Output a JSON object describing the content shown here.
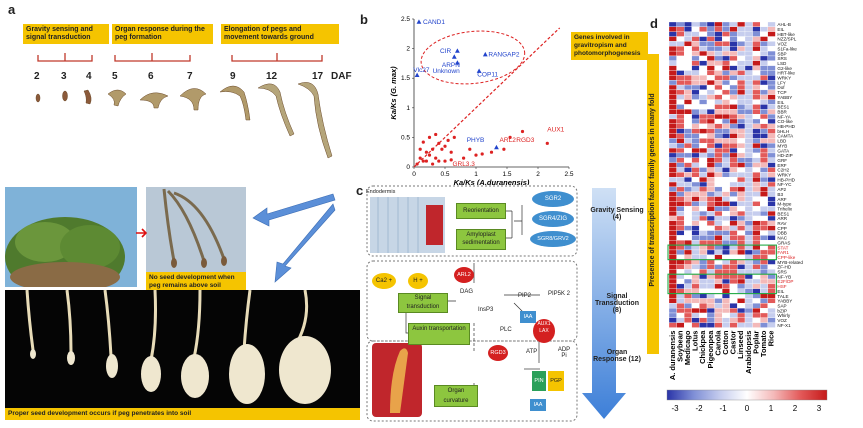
{
  "panel_labels": {
    "a": "a",
    "b": "b",
    "c": "c",
    "d": "d"
  },
  "panel_a": {
    "stage_boxes": [
      {
        "text": "Gravity sensing and signal transduction"
      },
      {
        "text": "Organ response during the peg formation"
      },
      {
        "text": "Elongation of pegs and movement towards ground"
      }
    ],
    "days": [
      "2",
      "3",
      "4",
      "5",
      "6",
      "7",
      "9",
      "12",
      "17"
    ],
    "daf_label": "DAF",
    "no_seed_caption": "No seed development when peg remains above soil",
    "seed_caption": "Proper seed development occurs if peg penetrates into soil"
  },
  "panel_b": {
    "legend_box": "Genes involved in gravitropism and photomorphogenesis",
    "gene_labels_blue": [
      "CAND1",
      "CIR",
      "RANGAP2",
      "ARPN",
      "Unknown",
      "COP11",
      "Vlc27",
      "PHYB"
    ],
    "gene_labels_red": [
      "ARL2",
      "RGD3",
      "AUX1",
      "GRL3.3"
    ]
  },
  "chart_data": {
    "type": "scatter",
    "title": "",
    "xlabel": "Ka/Ks (A.duranensis)",
    "ylabel": "Ka/Ks (G. max)",
    "xlim": [
      0,
      2.5
    ],
    "ylim": [
      0,
      2.5
    ],
    "xticks": [
      "0",
      "0.5",
      "1",
      "1.5",
      "2",
      "2.5"
    ],
    "yticks": [
      "0",
      "0.5",
      "1",
      "1.5",
      "2",
      "2.5"
    ],
    "series": [
      {
        "color": "#2244cc",
        "points": [
          [
            0.08,
            2.45
          ],
          [
            0.7,
            1.96
          ],
          [
            0.65,
            1.86
          ],
          [
            0.7,
            1.76
          ],
          [
            1.15,
            1.9
          ],
          [
            1.05,
            1.62
          ],
          [
            0.05,
            1.55
          ],
          [
            1.33,
            0.33
          ]
        ]
      },
      {
        "color": "#dd2222",
        "points": [
          [
            0.05,
            0.05
          ],
          [
            0.1,
            0.15
          ],
          [
            0.15,
            0.1
          ],
          [
            0.2,
            0.25
          ],
          [
            0.25,
            0.2
          ],
          [
            0.3,
            0.3
          ],
          [
            0.35,
            0.15
          ],
          [
            0.4,
            0.4
          ],
          [
            0.45,
            0.3
          ],
          [
            0.5,
            0.35
          ],
          [
            0.55,
            0.45
          ],
          [
            0.6,
            0.25
          ],
          [
            0.65,
            0.5
          ],
          [
            0.3,
            0.05
          ],
          [
            0.4,
            0.1
          ],
          [
            0.5,
            0.1
          ],
          [
            0.6,
            0.12
          ],
          [
            0.2,
            0.1
          ],
          [
            0.1,
            0.3
          ],
          [
            0.15,
            0.42
          ],
          [
            0.25,
            0.5
          ],
          [
            0.35,
            0.55
          ],
          [
            0.8,
            0.15
          ],
          [
            1.0,
            0.2
          ],
          [
            1.1,
            0.22
          ],
          [
            0.9,
            0.3
          ],
          [
            1.45,
            0.3
          ],
          [
            1.55,
            0.5
          ],
          [
            1.75,
            0.6
          ],
          [
            2.15,
            0.4
          ],
          [
            1.25,
            0.25
          ]
        ]
      }
    ]
  },
  "panel_c": {
    "endodermis": "Endodermis",
    "reorientation": "Reorientation",
    "amyloplast": "Amyloplast sedimentation",
    "sgr2": "SGR2",
    "sgr4": "SGR4/ZIG",
    "sgr8": "SGR8/GRV2",
    "gravity_sensing": "Gravity Sensing (4)",
    "signal_transduction_right": "Signal Transduction (8)",
    "organ_response": "Organ Response (12)",
    "ca2": "Ca2 +",
    "h": "H +",
    "arl2": "ARL2",
    "signal_transduction_box": "Signal transduction",
    "dag": "DAG",
    "pip2": "PIP2",
    "pip5k": "PIP5K 2",
    "insp3": "InsP3",
    "plc": "PLC",
    "iaa1": "IAA",
    "aux1": "AUX1 LAX",
    "auxin_box": "Auxin transportation",
    "rgd3": "RGD3",
    "atp": "ATP",
    "adp": "ADP Pi",
    "pin": "PIN",
    "pgp": "PGP",
    "iaa2": "IAA",
    "organ_curvature": "Organ curvature"
  },
  "panel_d": {
    "side_label": "Presence of transcription factor family genes in many fold",
    "columns": [
      "A. duranensis",
      "Soybean",
      "Medicago",
      "Lotus",
      "Chickpea",
      "Pigeonpea",
      "Canola",
      "Cotton",
      "Castor",
      "Linseed",
      "Arabidopsis",
      "Poplar",
      "Tomato",
      "Rice"
    ],
    "rows": [
      "AHL-B",
      "EIL",
      "HBT-like",
      "NZZ/SPL",
      "VOZ",
      "S1Fa-like",
      "SBP",
      "SRS",
      "LSD",
      "G2-like",
      "HRT-like",
      "WRKY",
      "LFY",
      "Dof",
      "TCP",
      "YABBY",
      "EIL",
      "BES1",
      "BBR",
      "NF-YA",
      "CO-like",
      "HB-PHD",
      "bHLH",
      "CAMTA",
      "LBD",
      "MYB",
      "GATA",
      "HD-ZIP",
      "GRF",
      "ERF",
      "C2H2",
      "WRKY",
      "HB-PHD",
      "NF-YC",
      "AP2",
      "B3",
      "ARF",
      "M-type",
      "Trihelix",
      "BES1",
      "ARR",
      "RAV",
      "CPP",
      "DBB",
      "NAC",
      "GRAS",
      "STAT",
      "FAR1",
      "CPP-like",
      "MYB-related",
      "ZF-HD",
      "SRS",
      "NF-YB",
      "E2F/DP",
      "HSF",
      "EIL",
      "TALE",
      "YABBY",
      "SAP",
      "bZIP",
      "Whirly",
      "VOZ",
      "NF-X1"
    ],
    "red_rows": [
      46,
      47,
      48,
      53,
      54
    ],
    "scale_ticks": [
      "-3",
      "-2",
      "-1",
      "0",
      "1",
      "2",
      "3"
    ],
    "scale_colors": [
      "#2a34a8",
      "#7f8fd6",
      "#c6cdee",
      "#ffffff",
      "#f4b9b9",
      "#e35a5a",
      "#c51a1a"
    ]
  }
}
